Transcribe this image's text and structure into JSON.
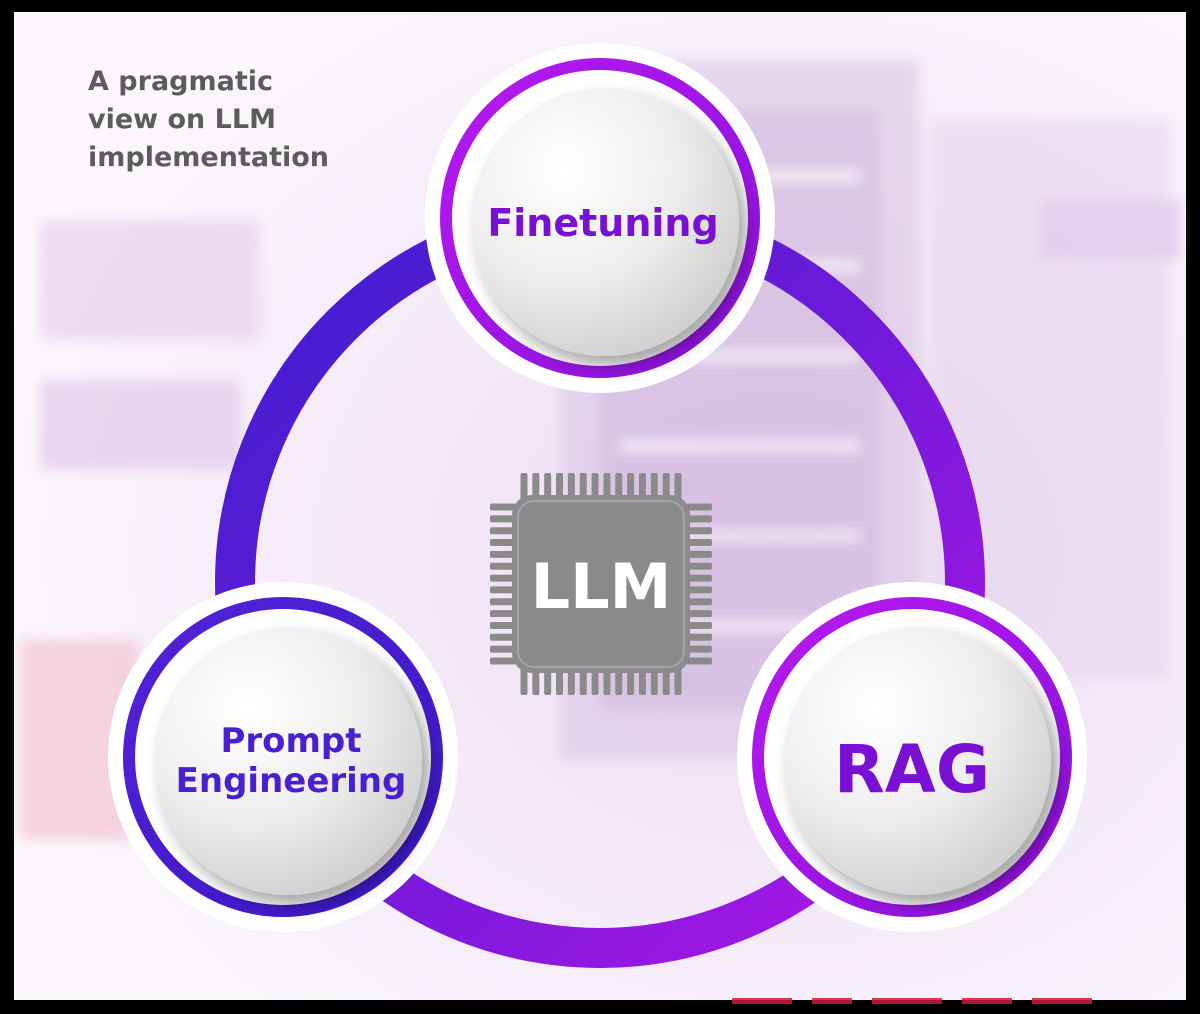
{
  "header": {
    "subtitle_lines": [
      "A pragmatic",
      "view on LLM",
      "implementation"
    ]
  },
  "center": {
    "label": "LLM",
    "icon": "chip-icon"
  },
  "nodes": {
    "finetuning": {
      "lines": [
        "Finetuning"
      ]
    },
    "prompt": {
      "lines": [
        "Prompt",
        "Engineering"
      ]
    },
    "rag": {
      "lines": [
        "RAG"
      ]
    }
  },
  "colors": {
    "ring_purple": "#a815e6",
    "ring_indigo": "#4a1ed1",
    "label_purple": "#7a10d4",
    "chip_gray": "#8a8a8a",
    "subtitle_gray": "#5c5c5c",
    "page_bg": "#f7f1f8",
    "frame": "#000000"
  }
}
